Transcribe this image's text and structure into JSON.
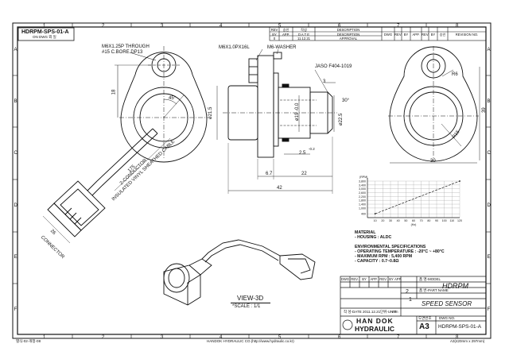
{
  "frame": {
    "top_cols": [
      "1",
      "2",
      "3",
      "4",
      "5",
      "6",
      "7",
      "8"
    ],
    "bottom_cols": [
      "1",
      "2",
      "3",
      "4",
      "5",
      "6",
      "7",
      "8"
    ],
    "side_rows": [
      "A",
      "B",
      "C",
      "D",
      "E",
      "F"
    ]
  },
  "corner_title": "HDRPM-SPS-01-A",
  "corner_sub": "ON DWG 외 일",
  "revision_table": {
    "headers": [
      "REV",
      "승인",
      "작성",
      "DESCRIPTION",
      "REV.",
      "BY",
      "APP.",
      "REV.",
      "BY",
      "APP.",
      "승인",
      "수정",
      "REVISION NO."
    ],
    "head2": [
      "REV",
      "BY",
      "APP.",
      "D A T E",
      "DESCRIPTION"
    ],
    "row1": {
      "rev": "0",
      "date": "11.12.21",
      "desc": "APPROVAL"
    }
  },
  "dims": {
    "thread": "M6X1.25P THROUGH",
    "cbore": "#15 C.BORE DP13",
    "bolt": "M6X1.0PX16L",
    "washer": "M6-WASHER",
    "jaso": "JASO F404-1019",
    "d18": "18",
    "d45": "45°",
    "d175": "175",
    "cable1": "2-CONDUCTOR",
    "cable2": "INSULATED VINYL SHEATHED CABLE",
    "d26": "26",
    "conn": "CONNECTOR",
    "d21": "ø21.5",
    "d19": "ø19 -0.0",
    "d22": "ø22.5",
    "d3": "3",
    "d30deg": "30°",
    "d25": "2.5",
    "d25tol": "-0.2",
    "d6": "6.7",
    "d22b": "22",
    "d42": "42",
    "r6": "R6",
    "d39": "39",
    "r15": "R15",
    "d30": "30"
  },
  "chart_data": {
    "type": "line",
    "ylabel": "(RPM)",
    "xlabel": "(Hz)",
    "y_ticks": [
      400,
      1000,
      1400,
      1800,
      2200,
      2600,
      3000,
      3400,
      3800
    ],
    "x_ticks": [
      10,
      20,
      30,
      40,
      50,
      60,
      70,
      80,
      90,
      100,
      110,
      120
    ],
    "y_tick_labels": [
      "400",
      "1,000",
      "1,400",
      "1,800",
      "2,200",
      "2,600",
      "3,000",
      "3,400",
      "3,800"
    ],
    "x_tick_labels": [
      "10",
      "20",
      "30",
      "40",
      "50",
      "60",
      "70",
      "80",
      "90",
      "100",
      "110",
      "120"
    ],
    "series": [
      {
        "x": [
          10,
          120
        ],
        "y": [
          400,
          3800
        ]
      }
    ],
    "xlim": [
      0,
      120
    ],
    "ylim": [
      0,
      3800
    ],
    "grid": true
  },
  "specs": {
    "material_h": "MATERIAL",
    "material_v": "- HOUSING : ALDC",
    "env_h": "ENVIRONMENTAL SPECIFICATIONS",
    "op_temp": "- OPERATING TEMPERATURE : -20°C ~ +80°C",
    "max_rpm": "- MAXIMUM RPM : 5,400 RPM",
    "capacity": "- CAPACITY : 0.7~0.8Ω"
  },
  "view_label": "VIEW-3D",
  "scale_label": "*SCALE : 1/1",
  "title_block": {
    "model_label": "품 명-MODEL",
    "model": "HDRPM",
    "part_label": "품 번-PART NAME",
    "part_name": "SPEED SENSOR",
    "scale_frac_top": "2",
    "scale_frac_bot": "1",
    "date_label": "작 성-DATE",
    "date": "2011.12.21",
    "unit_label": "단위-UNIT",
    "unit": "mm",
    "company1": "HAN DOK",
    "company2": "HYDRAULIC",
    "size": "A3",
    "dwg_label": "DWG NO.",
    "dwg_no": "HDRPM-SPS-01-A",
    "sheet_label": "도면번호",
    "small_hdrs": [
      "DWG",
      "REV.",
      "BY",
      "APP.",
      "REV.",
      "BY",
      "APP."
    ]
  },
  "footer": {
    "left": "별식-02-개정-08",
    "center": "HANDOK HYDRAULIC CO.(http://www.hydraulic.co.kr)",
    "right": "A3(420mm x 297mm)"
  }
}
